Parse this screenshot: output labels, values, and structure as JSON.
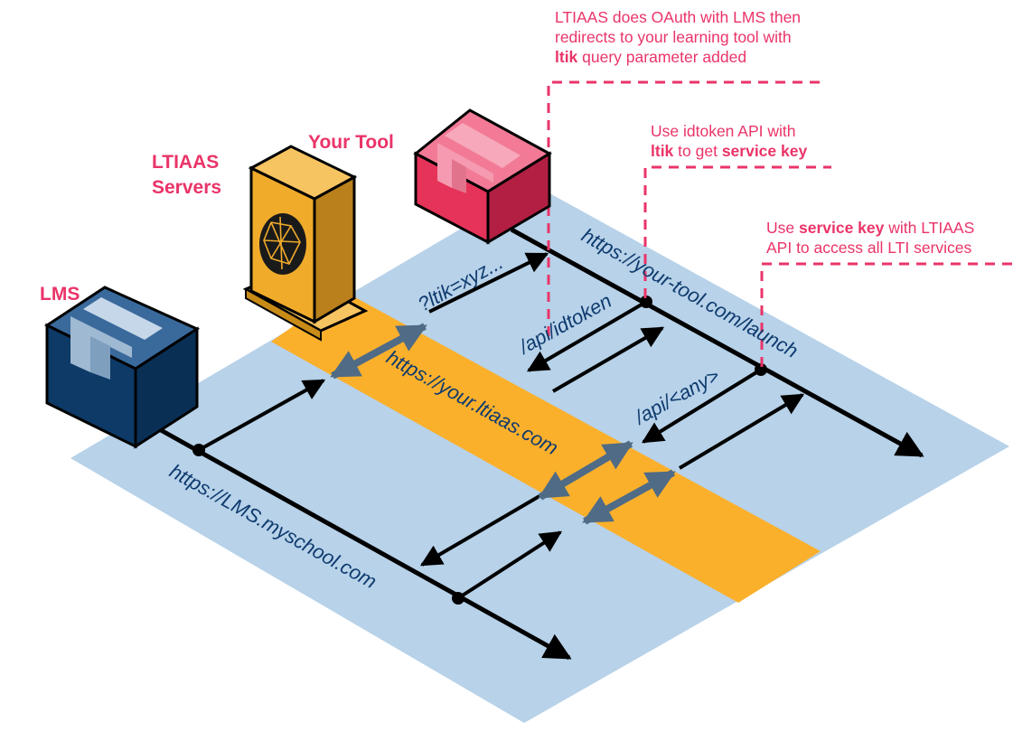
{
  "colors": {
    "plane": "#b7d2e9",
    "band": "#fbb02c",
    "lines": "#000000",
    "bidir_arrows": "#4f6b86",
    "url_text": "#0e3a6e",
    "accent": "#ea3468",
    "lms_box": "#0d3a66",
    "tool_box": "#e63359",
    "server": "#f0ab2b"
  },
  "actors": {
    "lms": {
      "label": "LMS",
      "icon": "package-box-icon"
    },
    "servers": {
      "label_line1": "LTIAAS",
      "label_line2": "Servers",
      "icon": "server-tower-icon"
    },
    "tool": {
      "label": "Your Tool",
      "icon": "package-box-icon"
    }
  },
  "urls": {
    "lms": "https://LMS.myschool.com",
    "ltiaas": "https://your.ltiaas.com",
    "tool": "https://your-tool.com/launch"
  },
  "messages": {
    "ltik": "?ltik=xyz...",
    "idtoken": "/api/idtoken",
    "any": "/api/<any>"
  },
  "notes": {
    "oauth": {
      "line1": "LTIAAS does OAuth with LMS then",
      "line2": "redirects to your learning tool with",
      "line3_bold": "ltik",
      "line3_rest": " query parameter added"
    },
    "idtoken": {
      "line1": "Use idtoken API with",
      "line2_bold1": "ltik",
      "line2_mid": " to get ",
      "line2_bold2": "service key"
    },
    "service": {
      "line1_pre": "Use ",
      "line1_bold": "service key",
      "line1_post": " with LTIAAS",
      "line2": "API to access all LTI services"
    }
  }
}
